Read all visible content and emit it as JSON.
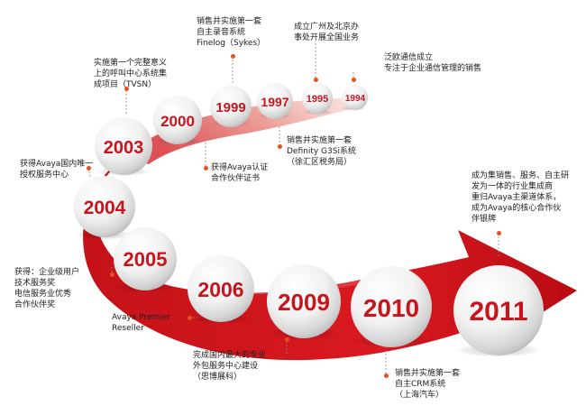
{
  "colors": {
    "accent": "#c8141c",
    "marker": "#e8501e"
  },
  "milestones": [
    {
      "year": "1994",
      "text": "泛欧通信成立\n专注于企业通信管理的销售"
    },
    {
      "year": "1995",
      "text": "成立广州及北京办\n事处开展全国业务"
    },
    {
      "year": "1997",
      "text": "销售并实施第一套\nDefinity G3Si系统\n（徐汇区税务局）"
    },
    {
      "year": "1999",
      "text": "销售并实施第一套\n自主录音系统\nFinelog（Sykes）"
    },
    {
      "year": "2000",
      "text": "获得Avaya认证\n合作伙伴证书"
    },
    {
      "year": "2003",
      "text": "实施第一个完整意义\n上的呼叫中心系统集\n成项目（TVSN）"
    },
    {
      "year": "2004",
      "text": "获得Avaya国内唯一\n授权服务中心"
    },
    {
      "year": "2005",
      "text": "获得：企业级用户\n技术服务奖\n电信服务业优秀\n合作伙伴奖"
    },
    {
      "year": "2006",
      "text": "Avaya Premier\nReseller"
    },
    {
      "year": "2009",
      "text": "完成国内最大的专业\n外包服务中心建设\n（思博展科）"
    },
    {
      "year": "2010",
      "text": "销售并实施第一套\n自主CRM系统\n（上海汽车）"
    },
    {
      "year": "2011",
      "text": "成为集销售、服务、自主研\n发为一体的行业集成商\n重归Avaya主渠道体系，\n成为Avaya的核心合作伙\n伴银牌"
    }
  ]
}
